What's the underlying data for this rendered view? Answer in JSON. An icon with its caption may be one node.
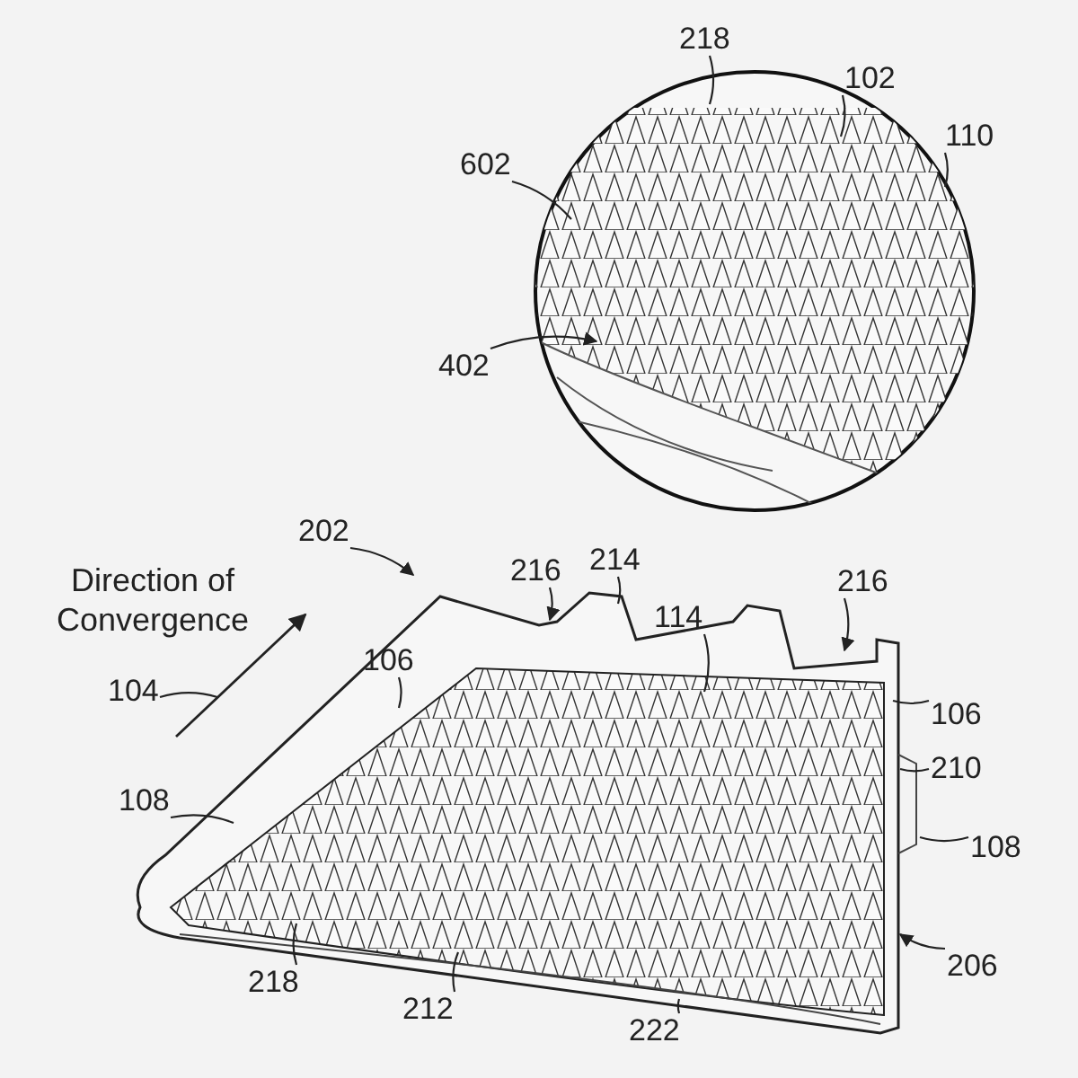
{
  "diagram": {
    "nodes": [
      {
        "text": [
          "218"
        ]
      },
      {
        "text": [
          "102"
        ]
      },
      {
        "text": [
          "602"
        ]
      },
      {
        "text": [
          "110"
        ]
      },
      {
        "text": [
          "402"
        ]
      },
      {
        "text": [
          "202"
        ]
      },
      {
        "text": [
          "216"
        ]
      },
      {
        "text": [
          "214"
        ]
      },
      {
        "text": [
          "216"
        ]
      },
      {
        "text": [
          "106"
        ]
      },
      {
        "text": [
          "114"
        ]
      },
      {
        "text": [
          "104"
        ]
      },
      {
        "text": [
          "106"
        ]
      },
      {
        "text": [
          "210"
        ]
      },
      {
        "text": [
          "108"
        ]
      },
      {
        "text": [
          "108"
        ]
      },
      {
        "text": [
          "206"
        ]
      },
      {
        "text": [
          "218"
        ]
      },
      {
        "text": [
          "212"
        ]
      },
      {
        "text": [
          "222"
        ]
      }
    ],
    "edges": [
      {
        "from": 0,
        "to": null,
        "arrow": "none"
      },
      {
        "from": 1,
        "to": null,
        "arrow": "none"
      },
      {
        "from": 2,
        "to": null,
        "arrow": "none"
      },
      {
        "from": 3,
        "to": null,
        "arrow": "none"
      },
      {
        "from": 4,
        "to": null,
        "arrow": "to"
      },
      {
        "from": 5,
        "to": null,
        "arrow": "to"
      },
      {
        "from": 6,
        "to": null,
        "arrow": "to"
      },
      {
        "from": 7,
        "to": null,
        "arrow": "none"
      },
      {
        "from": 8,
        "to": null,
        "arrow": "to"
      },
      {
        "from": 9,
        "to": null,
        "arrow": "none"
      },
      {
        "from": 10,
        "to": null,
        "arrow": "none"
      },
      {
        "from": 11,
        "to": null,
        "arrow": "none"
      },
      {
        "from": 12,
        "to": null,
        "arrow": "none"
      },
      {
        "from": 13,
        "to": null,
        "arrow": "none"
      },
      {
        "from": 14,
        "to": null,
        "arrow": "none"
      },
      {
        "from": 15,
        "to": null,
        "arrow": "none"
      },
      {
        "from": 16,
        "to": null,
        "arrow": "to"
      },
      {
        "from": 17,
        "to": null,
        "arrow": "none"
      },
      {
        "from": 18,
        "to": null,
        "arrow": "none"
      },
      {
        "from": 19,
        "to": null,
        "arrow": "none"
      }
    ],
    "labels": [
      "Direction of Convergence"
    ]
  }
}
